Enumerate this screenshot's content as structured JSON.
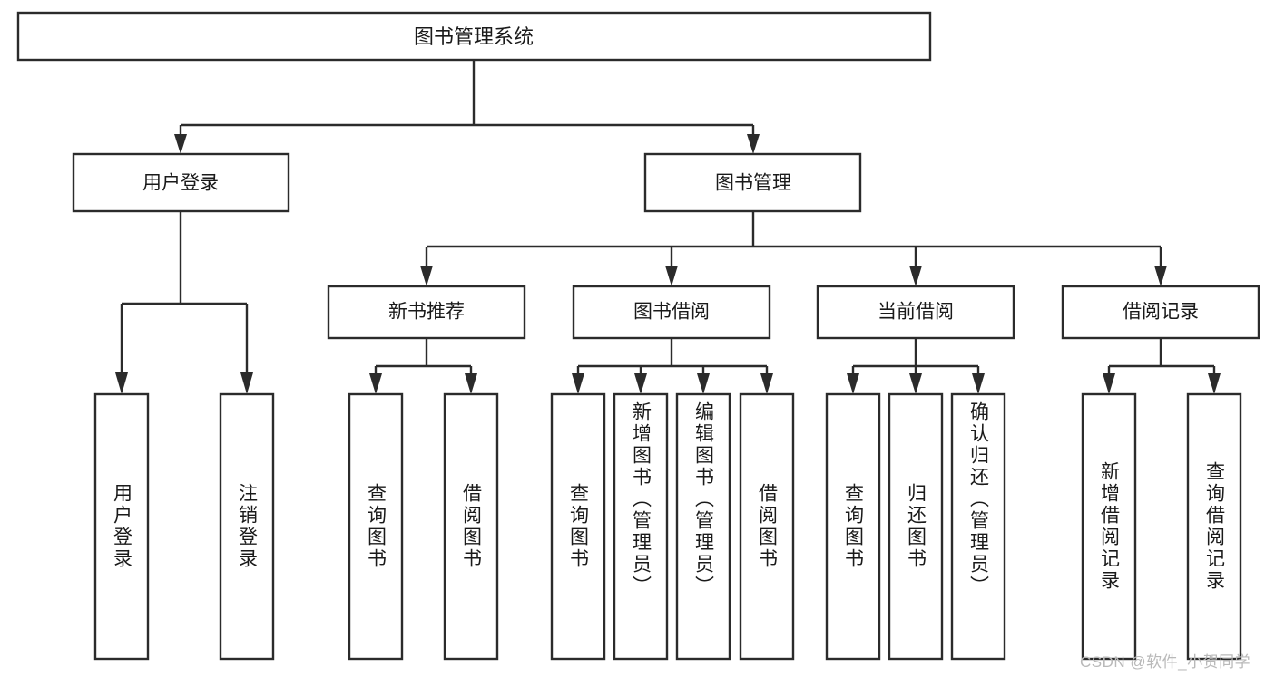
{
  "diagram": {
    "type": "tree",
    "title": "图书管理系统",
    "orientation": "top-down",
    "colors": {
      "box_stroke": "#2b2b2b",
      "box_fill": "#ffffff",
      "text": "#1a1a1a",
      "background": "#ffffff",
      "watermark": "#b9b9b9"
    },
    "root": {
      "label": "图书管理系统"
    },
    "level1": [
      {
        "label": "用户登录"
      },
      {
        "label": "图书管理"
      }
    ],
    "level2": [
      {
        "label": "新书推荐"
      },
      {
        "label": "图书借阅"
      },
      {
        "label": "当前借阅"
      },
      {
        "label": "借阅记录"
      }
    ],
    "leaves": {
      "user_login": [
        {
          "label": "用户登录"
        },
        {
          "label": "注销登录"
        }
      ],
      "new_book_recommend": [
        {
          "label": "查询图书"
        },
        {
          "label": "借阅图书"
        }
      ],
      "book_borrow": [
        {
          "label": "查询图书"
        },
        {
          "label": "新增图书（管理员）"
        },
        {
          "label": "编辑图书（管理员）"
        },
        {
          "label": "借阅图书"
        }
      ],
      "current_borrow": [
        {
          "label": "查询图书"
        },
        {
          "label": "归还图书"
        },
        {
          "label": "确认归还（管理员）"
        }
      ],
      "borrow_record": [
        {
          "label": "新增借阅记录"
        },
        {
          "label": "查询借阅记录"
        }
      ]
    }
  },
  "watermark": {
    "text": "CSDN @软件_小贺同学"
  }
}
